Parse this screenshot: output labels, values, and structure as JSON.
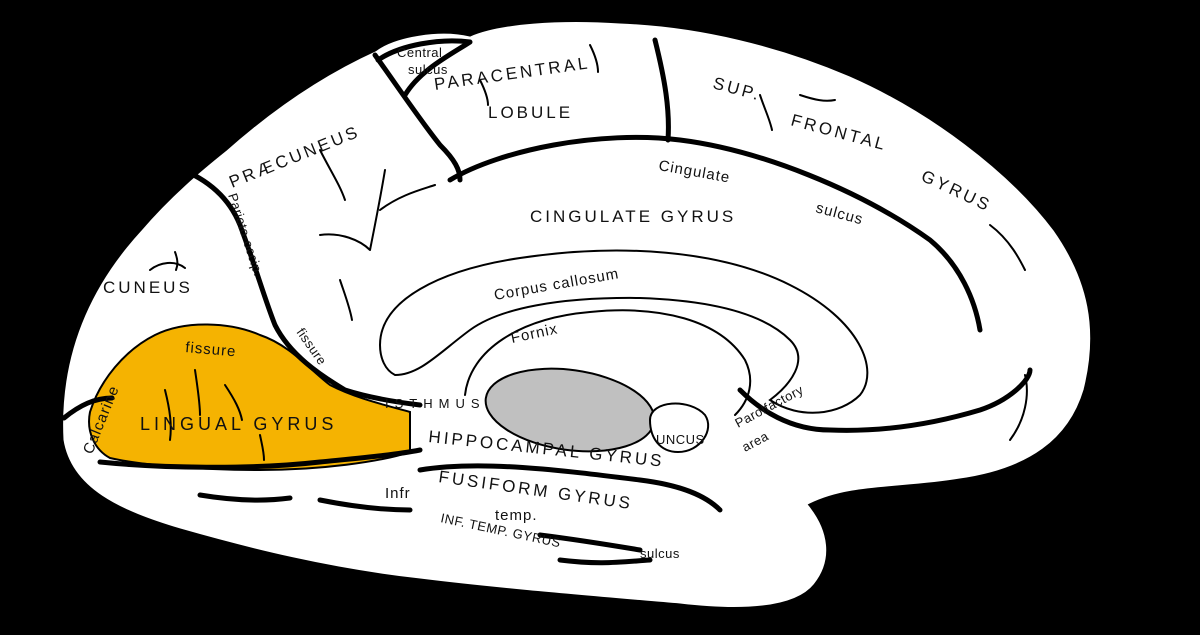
{
  "colors": {
    "background": "#000000",
    "brain": "#ffffff",
    "highlight": "#f5b301",
    "thalamus": "#c0c0c0",
    "outline": "#000000"
  },
  "highlighted_region": "LINGUAL GYRUS",
  "labels": {
    "central_sulcus_1": "Central",
    "central_sulcus_2": "sulcus",
    "paracentral_1": "PARACENTRAL",
    "paracentral_2": "LOBULE",
    "sup_1": "SUP.",
    "sup_2": "FRONTAL",
    "sup_3": "GYRUS",
    "praecuneus": "PRÆCUNEUS",
    "cingulate_sulcus_1": "Cingulate",
    "cingulate_sulcus_2": "sulcus",
    "cingulate_gyrus": "CINGULATE GYRUS",
    "parieto_occip": "Parieto-occip.",
    "fissure": "fissure",
    "cuneus": "CUNEUS",
    "corpus_callosum": "Corpus callosum",
    "fornix": "Fornix",
    "calcarine": "Calcarine",
    "calcarine_fissure": "fissure",
    "lingual_gyrus": "LINGUAL GYRUS",
    "isthmus": "ISTHMUS",
    "uncus": "UNCUS",
    "parolfactory_1": "Parolfactory",
    "parolfactory_2": "area",
    "hippocampal_gyrus": "HIPPOCAMPAL GYRUS",
    "infr": "Infr",
    "fusiform_gyrus": "FUSIFORM GYRUS",
    "temp": "temp.",
    "inf_temp_gyrus": "INF. TEMP. GYRUS",
    "sulcus": "sulcus"
  }
}
